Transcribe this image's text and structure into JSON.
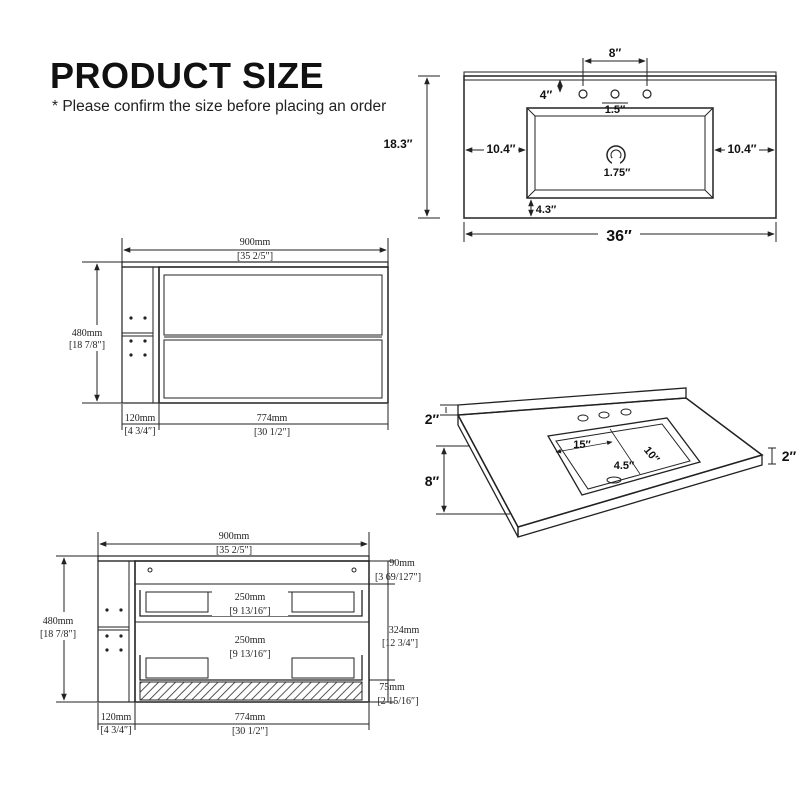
{
  "header": {
    "title": "PRODUCT SIZE",
    "subtitle": "* Please confirm the size before placing an order"
  },
  "top_view": {
    "faucet_spacing": "8″",
    "faucet_offset": "4″",
    "drain_hole": "1.5″",
    "overall_depth": "18.3″",
    "left_margin": "10.4″",
    "right_margin": "10.4″",
    "drain": "1.75″",
    "front_margin": "4.3″",
    "overall_width": "36″"
  },
  "front_view": {
    "width_mm": "900mm",
    "width_in": "[35 2/5″]",
    "height_mm": "480mm",
    "height_in": "[18 7/8″]",
    "side_mm": "120mm",
    "side_in": "[4 3/4″]",
    "main_mm": "774mm",
    "main_in": "[30 1/2″]"
  },
  "iso_view": {
    "backsplash": "2″",
    "depth": "8″",
    "thickness": "2″",
    "basin_length": "15″",
    "basin_width": "10″",
    "basin_depth": "4.5″"
  },
  "interior_view": {
    "width_mm": "900mm",
    "width_in": "[35 2/5″]",
    "height_mm": "480mm",
    "height_in": "[18 7/8″]",
    "top_mm": "90mm",
    "top_in": "[3 69/127″]",
    "drawer1_mm": "250mm",
    "drawer1_in": "[9 13/16″]",
    "drawer2_mm": "250mm",
    "drawer2_in": "[9 13/16″]",
    "mid_mm": "324mm",
    "mid_in": "[12 3/4″]",
    "base_mm": "75mm",
    "base_in": "[2 15/16″]",
    "side_mm": "120mm",
    "side_in": "[4 3/4″]",
    "main_mm": "774mm",
    "main_in": "[30 1/2″]"
  }
}
